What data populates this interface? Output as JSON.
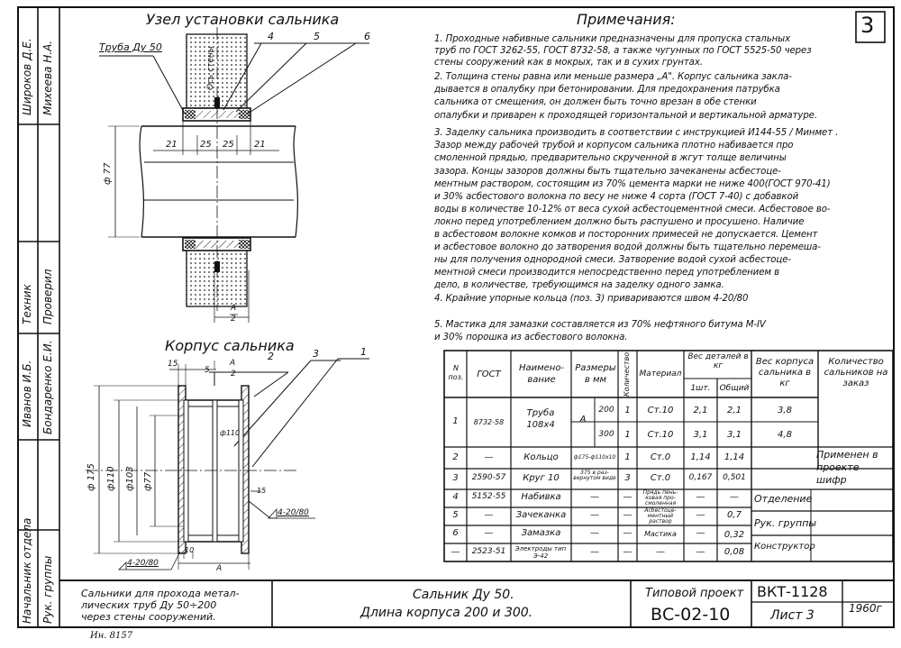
{
  "page_number": "3",
  "titles": {
    "assembly": "Узел установки сальника",
    "housing": "Корпус сальника",
    "notes_heading": "Примечания:"
  },
  "left_strip": {
    "rows": [
      {
        "role": "Начальник отдела",
        "name": ""
      },
      {
        "role": "Рук. группы",
        "name": ""
      },
      {
        "role": "Иванов И.Б.",
        "name": "Бондаренко Е.И."
      },
      {
        "role": "Техник",
        "name": "Проверил"
      },
      {
        "role": "Широков Д.Е.",
        "name": "Михеева Н.А."
      }
    ]
  },
  "assembly_labels": {
    "pipe": "Труба Ду 50",
    "wall_axis": "Ось стены",
    "callout_4": "4",
    "callout_5": "5",
    "callout_6": "6",
    "dim_21a": "21",
    "dim_25a": "25",
    "dim_25b": "25",
    "dim_21b": "21",
    "dim_77": "ф 77",
    "dim_A": "А",
    "dim_2": "2"
  },
  "housing_labels": {
    "dim_15": "15",
    "dim_5": "5",
    "dim_A": "А",
    "dim_2": "2",
    "callout_2": "2",
    "callout_3": "3",
    "callout_1": "1",
    "dim_110a": "ф110",
    "dim_175": "ф 175",
    "dim_110b": "ф110",
    "dim_103": "ф103",
    "dim_77": "ф77",
    "weld_right": "4-20/80",
    "dim_15b": "15",
    "weld_left": "4-20/80",
    "dim_10": "10",
    "dim_Ab": "А"
  },
  "notes": [
    "1.  Проходные набивные сальники предназначены для пропуска стальных",
    "     труб по ГОСТ 3262-55, ГОСТ 8732-58, а также чугунных по ГОСТ 5525-50 через",
    "     стены сооружений как в мокрых, так и в сухих грунтах.",
    "2.  Толщина стены равна или меньше размера „А\". Корпус сальника закла-",
    "     дывается в опалубку при бетонировании. Для предохранения патрубка",
    "     сальника от смещения, он должен быть точно врезан в обе стенки",
    "     опалубки и приварен к проходящей горизонтальной и вертикальной арматуре.",
    "3.  Заделку сальника производить в соответствии с инструкцией  И144-55 / Минмет .",
    "     Зазор между рабочей трубой и корпусом сальника плотно набивается про",
    "     смоленной прядью, предварительно скрученной в жгут толще величины",
    "     зазора. Концы зазоров должны быть тщательно зачеканены асбестоце-",
    "     ментным раствором, состоящим из 70% цемента марки не ниже 400(ГОСТ 970-41)",
    "     и 30% асбестового волокна по весу не ниже 4 сорта (ГОСТ 7-40) с добавкой",
    "     воды в количестве 10-12% от веса сухой асбестоцементной смеси. Асбестовое во-",
    "     локно перед употреблением должно быть распушено и просушено. Наличие",
    "     в асбестовом волокне комков и посторонних примесей не допускается. Цемент",
    "     и асбестовое волокно до затворения водой должны быть тщательно перемеша-",
    "     ны для получения однородной смеси. Затворение водой сухой асбестоце-",
    "     ментной смеси производится непосредственно перед употреблением в",
    "     дело, в количестве, требующимся на заделку одного замка.",
    "4.  Крайние упорные кольца (поз. 3) привариваются швом   4-20/80",
    "5.  Мастика для замазки составляется из 70% нефтяного битума М-IV",
    "     и 30% порошка из асбестового волокна."
  ],
  "table": {
    "headers": {
      "pos": "N поз.",
      "gost": "ГОСТ",
      "name": "Наимено-вание",
      "size": "Размеры в мм",
      "qty": "Количество",
      "material": "Материал",
      "weight": "Вес деталей в кг",
      "unit": "1шт.",
      "total": "Общий",
      "housing_weight": "Вес корпуса сальника в кг",
      "order_qty": "Количество сальников на заказ"
    },
    "rows": [
      {
        "pos": "1",
        "gost": "8732-58",
        "name": "Труба 108х4",
        "size": "А",
        "size2": "200",
        "qty": "1",
        "mat": "Ст.10",
        "unit": "2,1",
        "total": "2,1",
        "hw": "3,8"
      },
      {
        "pos": "",
        "gost": "",
        "name": "",
        "size": "",
        "size2": "300",
        "qty": "1",
        "mat": "Ст.10",
        "unit": "3,1",
        "total": "3,1",
        "hw": "4,8"
      },
      {
        "pos": "2",
        "gost": "—",
        "name": "Кольцо",
        "size": "ф175-ф110x10",
        "size2": "",
        "qty": "1",
        "mat": "Ст.0",
        "unit": "1,14",
        "total": "1,14",
        "hw": ""
      },
      {
        "pos": "3",
        "gost": "2590-57",
        "name": "Круг 10",
        "size": "375 в раз-вернутом виде",
        "size2": "",
        "qty": "3",
        "mat": "Ст.0",
        "unit": "0,167",
        "total": "0,501",
        "hw": ""
      },
      {
        "pos": "4",
        "gost": "5152-55",
        "name": "Набивка",
        "size": "—",
        "size2": "",
        "qty": "—",
        "mat": "Прядь пень-ковая про-смоленная",
        "unit": "—",
        "total": "—",
        "hw": ""
      },
      {
        "pos": "5",
        "gost": "—",
        "name": "Зачеканка",
        "size": "—",
        "size2": "",
        "qty": "—",
        "mat": "Асбестоце-ментный раствор",
        "unit": "—",
        "total": "0,7",
        "hw": ""
      },
      {
        "pos": "6",
        "gost": "—",
        "name": "Замазка",
        "size": "—",
        "size2": "",
        "qty": "—",
        "mat": "Мастика",
        "unit": "—",
        "total": "0,32",
        "hw": ""
      },
      {
        "pos": "—",
        "gost": "2523-51",
        "name": "Электроды тип Э-42",
        "size": "—",
        "size2": "",
        "qty": "—",
        "mat": "—",
        "unit": "—",
        "total": "0,08",
        "hw": ""
      }
    ],
    "applied": "Применен в проекте шифр",
    "sign_rows": [
      "Отделение",
      "Рук. группы",
      "Конструктор"
    ]
  },
  "title_block": {
    "desc1": "Сальники для прохода метал-",
    "desc2": "лических труб Ду 50÷200",
    "desc3": "через стены сооружений.",
    "main1": "Сальник Ду 50.",
    "main2": "Длина корпуса 200 и 300.",
    "typical": "Типовой проект",
    "project_code": "ВС-02-10",
    "series": "ВКТ-1128",
    "sheet": "Лист 3",
    "year": "1960г",
    "footer": "Ин. 8157"
  }
}
